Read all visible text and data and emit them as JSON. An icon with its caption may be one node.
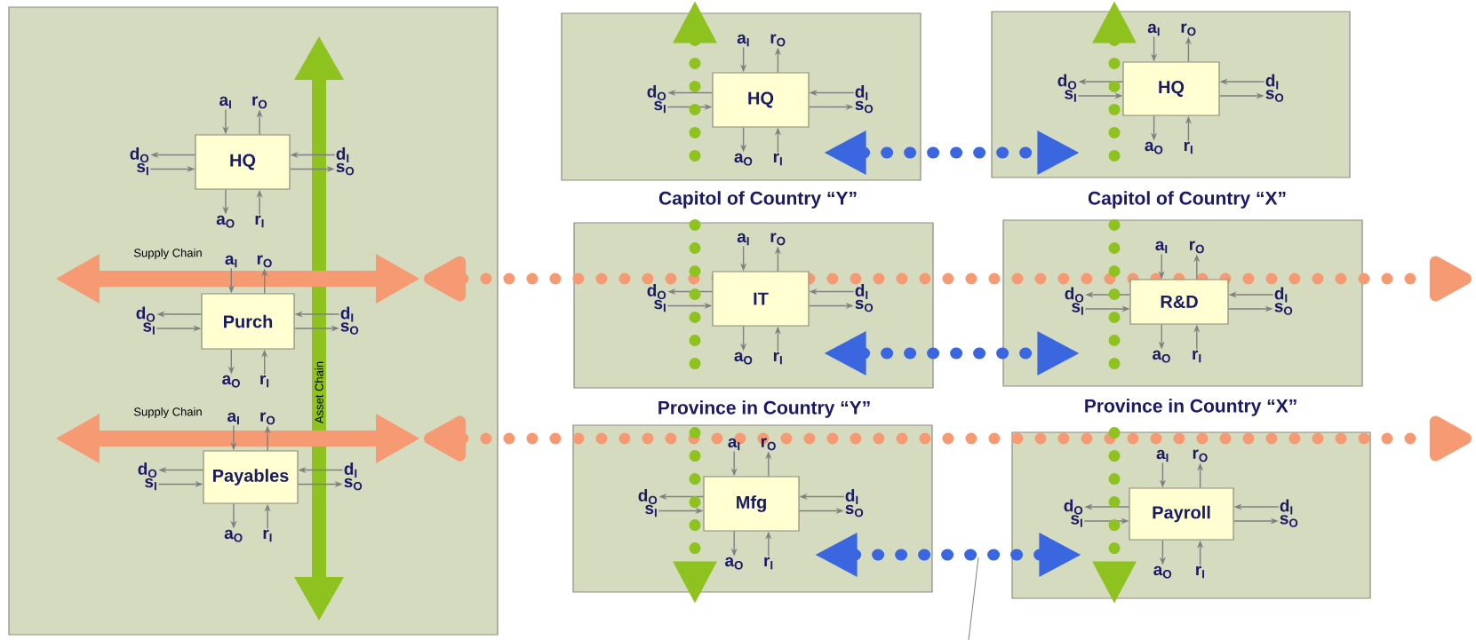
{
  "diagram": {
    "nodes": [
      {
        "text": [],
        "shape": "box"
      },
      {
        "text": [
          "HQ"
        ],
        "in": 0
      },
      {
        "text": [
          "Purch"
        ],
        "in": 0
      },
      {
        "text": [
          "Payables"
        ],
        "in": 0
      },
      {
        "text": [
          "Capitol of Country “Y”"
        ]
      },
      {
        "text": [
          "HQ"
        ],
        "in": 4
      },
      {
        "text": [
          "Capitol of Country “X”"
        ]
      },
      {
        "text": [
          "HQ"
        ],
        "in": 6
      },
      {
        "text": [
          "Province in Country “Y”"
        ]
      },
      {
        "text": [
          "IT"
        ],
        "in": 8
      },
      {
        "text": [
          "Province in Country “X”"
        ]
      },
      {
        "text": [
          "R&D"
        ],
        "in": 10
      },
      {
        "text": [],
        "shape": "box"
      },
      {
        "text": [
          "Mfg"
        ],
        "in": 12
      },
      {
        "text": [],
        "shape": "box"
      },
      {
        "text": [
          "Payroll"
        ],
        "in": 14
      }
    ],
    "edges": [
      {
        "from": null,
        "to": 1,
        "arrow": "to",
        "label": "a$_{I}$"
      },
      {
        "from": 1,
        "to": null,
        "arrow": "to",
        "label": "r$_{O}$"
      },
      {
        "from": 1,
        "to": null,
        "arrow": "to",
        "label": "d$_{O}$"
      },
      {
        "from": null,
        "to": 1,
        "arrow": "to",
        "label": "s$_{I}$"
      },
      {
        "from": null,
        "to": 1,
        "arrow": "to",
        "label": "d$_{I}$"
      },
      {
        "from": 1,
        "to": null,
        "arrow": "to",
        "label": "s$_{O}$"
      },
      {
        "from": 1,
        "to": null,
        "arrow": "to",
        "label": "a$_{O}$"
      },
      {
        "from": null,
        "to": 1,
        "arrow": "to",
        "label": "r$_{I}$"
      },
      {
        "from": null,
        "to": 2,
        "arrow": "to",
        "label": "a$_{I}$"
      },
      {
        "from": 2,
        "to": null,
        "arrow": "to",
        "label": "r$_{O}$"
      },
      {
        "from": 2,
        "to": null,
        "arrow": "to",
        "label": "d$_{O}$"
      },
      {
        "from": null,
        "to": 2,
        "arrow": "to",
        "label": "s$_{I}$"
      },
      {
        "from": null,
        "to": 2,
        "arrow": "to",
        "label": "d$_{I}$"
      },
      {
        "from": 2,
        "to": null,
        "arrow": "to",
        "label": "s$_{O}$"
      },
      {
        "from": 2,
        "to": null,
        "arrow": "to",
        "label": "a$_{O}$"
      },
      {
        "from": null,
        "to": 2,
        "arrow": "to",
        "label": "r$_{I}$"
      },
      {
        "from": null,
        "to": 3,
        "arrow": "to",
        "label": "a$_{I}$"
      },
      {
        "from": 3,
        "to": null,
        "arrow": "to",
        "label": "r$_{O}$"
      },
      {
        "from": 3,
        "to": null,
        "arrow": "to",
        "label": "d$_{O}$"
      },
      {
        "from": null,
        "to": 3,
        "arrow": "to",
        "label": "s$_{I}$"
      },
      {
        "from": null,
        "to": 3,
        "arrow": "to",
        "label": "d$_{I}$"
      },
      {
        "from": 3,
        "to": null,
        "arrow": "to",
        "label": "s$_{O}$"
      },
      {
        "from": 3,
        "to": null,
        "arrow": "to",
        "label": "a$_{O}$"
      },
      {
        "from": null,
        "to": 3,
        "arrow": "to",
        "label": "r$_{I}$"
      },
      {
        "from": null,
        "to": 5,
        "arrow": "to",
        "label": "a$_{I}$"
      },
      {
        "from": 5,
        "to": null,
        "arrow": "to",
        "label": "r$_{O}$"
      },
      {
        "from": 5,
        "to": null,
        "arrow": "to",
        "label": "d$_{O}$"
      },
      {
        "from": null,
        "to": 5,
        "arrow": "to",
        "label": "s$_{I}$"
      },
      {
        "from": null,
        "to": 5,
        "arrow": "to",
        "label": "d$_{I}$"
      },
      {
        "from": 5,
        "to": null,
        "arrow": "to",
        "label": "s$_{O}$"
      },
      {
        "from": 5,
        "to": null,
        "arrow": "to",
        "label": "a$_{O}$"
      },
      {
        "from": null,
        "to": 5,
        "arrow": "to",
        "label": "r$_{I}$"
      },
      {
        "from": null,
        "to": 7,
        "arrow": "to",
        "label": "a$_{I}$"
      },
      {
        "from": 7,
        "to": null,
        "arrow": "to",
        "label": "r$_{O}$"
      },
      {
        "from": 7,
        "to": null,
        "arrow": "to",
        "label": "d$_{O}$"
      },
      {
        "from": null,
        "to": 7,
        "arrow": "to",
        "label": "s$_{I}$"
      },
      {
        "from": null,
        "to": 7,
        "arrow": "to",
        "label": "d$_{I}$"
      },
      {
        "from": 7,
        "to": null,
        "arrow": "to",
        "label": "s$_{O}$"
      },
      {
        "from": 7,
        "to": null,
        "arrow": "to",
        "label": "a$_{O}$"
      },
      {
        "from": null,
        "to": 7,
        "arrow": "to",
        "label": "r$_{I}$"
      },
      {
        "from": null,
        "to": 9,
        "arrow": "to",
        "label": "a$_{I}$"
      },
      {
        "from": 9,
        "to": null,
        "arrow": "to",
        "label": "r$_{O}$"
      },
      {
        "from": 9,
        "to": null,
        "arrow": "to",
        "label": "d$_{O}$"
      },
      {
        "from": null,
        "to": 9,
        "arrow": "to",
        "label": "s$_{I}$"
      },
      {
        "from": null,
        "to": 9,
        "arrow": "to",
        "label": "d$_{I}$"
      },
      {
        "from": 9,
        "to": null,
        "arrow": "to",
        "label": "s$_{O}$"
      },
      {
        "from": 9,
        "to": null,
        "arrow": "to",
        "label": "a$_{O}$"
      },
      {
        "from": null,
        "to": 9,
        "arrow": "to",
        "label": "r$_{I}$"
      },
      {
        "from": null,
        "to": 11,
        "arrow": "to",
        "label": "a$_{I}$"
      },
      {
        "from": 11,
        "to": null,
        "arrow": "to",
        "label": "r$_{O}$"
      },
      {
        "from": 11,
        "to": null,
        "arrow": "to",
        "label": "d$_{O}$"
      },
      {
        "from": null,
        "to": 11,
        "arrow": "to",
        "label": "s$_{I}$"
      },
      {
        "from": null,
        "to": 11,
        "arrow": "to",
        "label": "d$_{I}$"
      },
      {
        "from": 11,
        "to": null,
        "arrow": "to",
        "label": "s$_{O}$"
      },
      {
        "from": 11,
        "to": null,
        "arrow": "to",
        "label": "a$_{O}$"
      },
      {
        "from": null,
        "to": 11,
        "arrow": "to",
        "label": "r$_{I}$"
      },
      {
        "from": null,
        "to": 13,
        "arrow": "to",
        "label": "a$_{I}$"
      },
      {
        "from": 13,
        "to": null,
        "arrow": "to",
        "label": "r$_{O}$"
      },
      {
        "from": 13,
        "to": null,
        "arrow": "to",
        "label": "d$_{O}$"
      },
      {
        "from": null,
        "to": 13,
        "arrow": "to",
        "label": "s$_{I}$"
      },
      {
        "from": null,
        "to": 13,
        "arrow": "to",
        "label": "d$_{I}$"
      },
      {
        "from": 13,
        "to": null,
        "arrow": "to",
        "label": "s$_{O}$"
      },
      {
        "from": 13,
        "to": null,
        "arrow": "to",
        "label": "a$_{O}$"
      },
      {
        "from": null,
        "to": 13,
        "arrow": "to",
        "label": "r$_{I}$"
      },
      {
        "from": null,
        "to": 15,
        "arrow": "to",
        "label": "a$_{I}$"
      },
      {
        "from": 15,
        "to": null,
        "arrow": "to",
        "label": "r$_{O}$"
      },
      {
        "from": 15,
        "to": null,
        "arrow": "to",
        "label": "d$_{O}$"
      },
      {
        "from": null,
        "to": 15,
        "arrow": "to",
        "label": "s$_{I}$"
      },
      {
        "from": null,
        "to": 15,
        "arrow": "to",
        "label": "d$_{I}$"
      },
      {
        "from": 15,
        "to": null,
        "arrow": "to",
        "label": "s$_{O}$"
      },
      {
        "from": 15,
        "to": null,
        "arrow": "to",
        "label": "a$_{O}$"
      },
      {
        "from": null,
        "to": 15,
        "arrow": "to",
        "label": "r$_{I}$"
      },
      {
        "from": 4,
        "to": 6,
        "arrow": "both",
        "style": "dashed",
        "color": "#3a66e0"
      },
      {
        "from": 8,
        "to": 10,
        "arrow": "both",
        "style": "dashed",
        "color": "#3a66e0"
      },
      {
        "from": 12,
        "to": 14,
        "arrow": "both",
        "style": "dashed",
        "color": "#3a66e0"
      },
      {
        "from": 4,
        "to": 12,
        "arrow": "both",
        "style": "dashed",
        "color": "#8dc21f"
      },
      {
        "from": 6,
        "to": 14,
        "arrow": "both",
        "style": "dashed",
        "color": "#8dc21f"
      }
    ],
    "labels": [
      "Supply Chain",
      "Asset Chain",
      "Supply Chain"
    ]
  }
}
